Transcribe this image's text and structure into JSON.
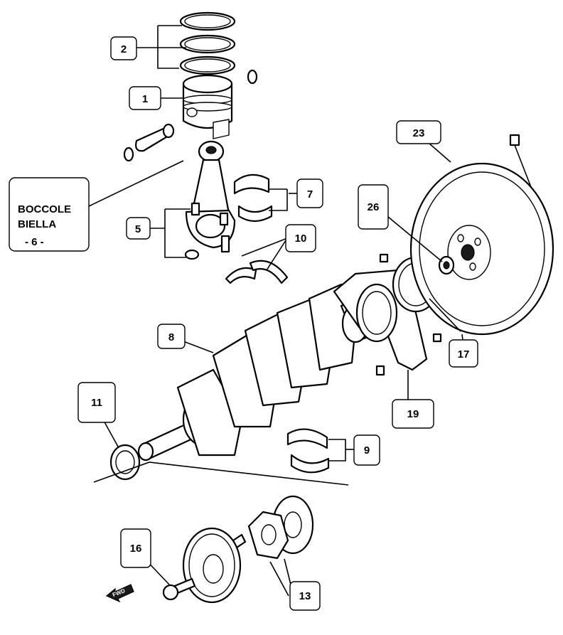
{
  "callouts": {
    "c1": "1",
    "c2": "2",
    "c5": "5",
    "c7": "7",
    "c8": "8",
    "c9": "9",
    "c10": "10",
    "c11": "11",
    "c13": "13",
    "c16": "16",
    "c17": "17",
    "c19": "19",
    "c23": "23",
    "c26": "26"
  },
  "note": {
    "line1": "BOCCOLE",
    "line2": "BIELLA",
    "line3": "-  6 -"
  },
  "direction_arrow": {
    "label": "FWD"
  },
  "colors": {
    "ink": "#000000",
    "paper": "#ffffff"
  }
}
